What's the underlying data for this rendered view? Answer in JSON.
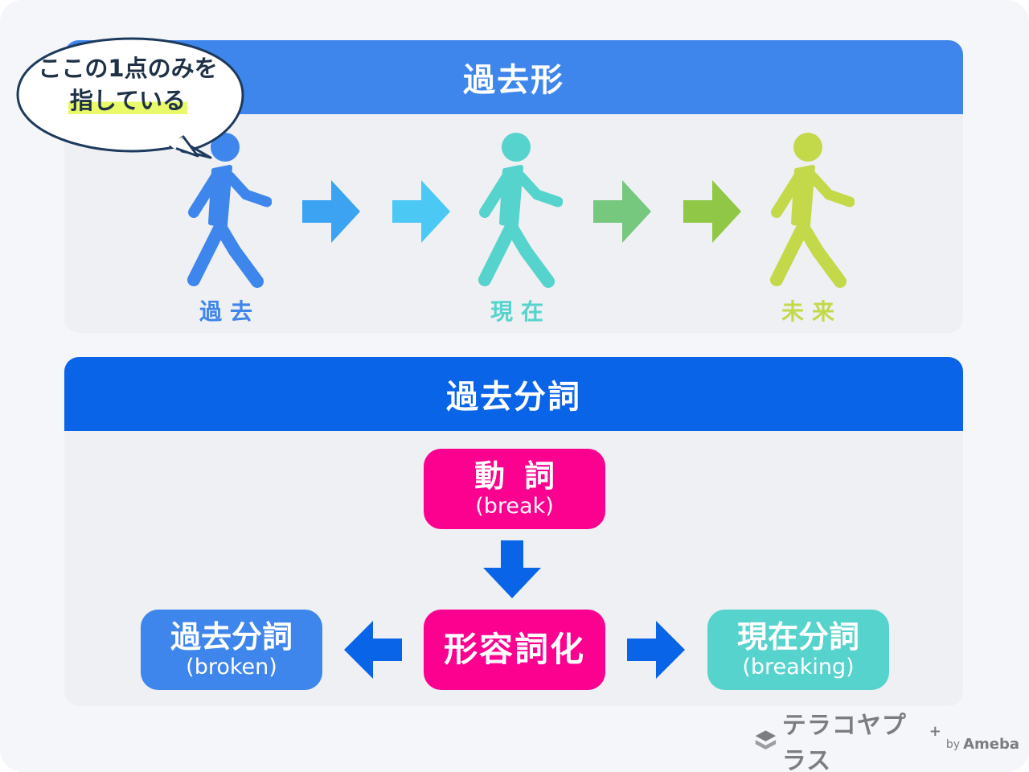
{
  "top_panel": {
    "title": "過去形",
    "speech_bubble": {
      "line1": "ここの1点のみを",
      "line2": "指している"
    },
    "timeline": [
      {
        "label": "過去",
        "color": "#3f86ec"
      },
      {
        "label": "現在",
        "color": "#56d3cc"
      },
      {
        "label": "未来",
        "color": "#c4d94a"
      }
    ],
    "arrow_colors": [
      "#3ba3f2",
      "#4cc8f5",
      "#76c87f",
      "#91c746"
    ]
  },
  "bottom_panel": {
    "title": "過去分詞",
    "verb_box": {
      "title": "動詞",
      "sub": "(break)",
      "color": "#fc0090"
    },
    "adjective_box": {
      "title": "形容詞化",
      "color": "#fc0090"
    },
    "past_participle_box": {
      "title": "過去分詞",
      "sub": "(broken)",
      "color": "#3f86ec"
    },
    "present_participle_box": {
      "title": "現在分詞",
      "sub": "(breaking)",
      "color": "#56d3cc"
    },
    "arrow_color": "#0a64e8"
  },
  "brand": {
    "name": "テラコヤプラス",
    "plus": "+",
    "by": "by",
    "partner": "Ameba"
  }
}
